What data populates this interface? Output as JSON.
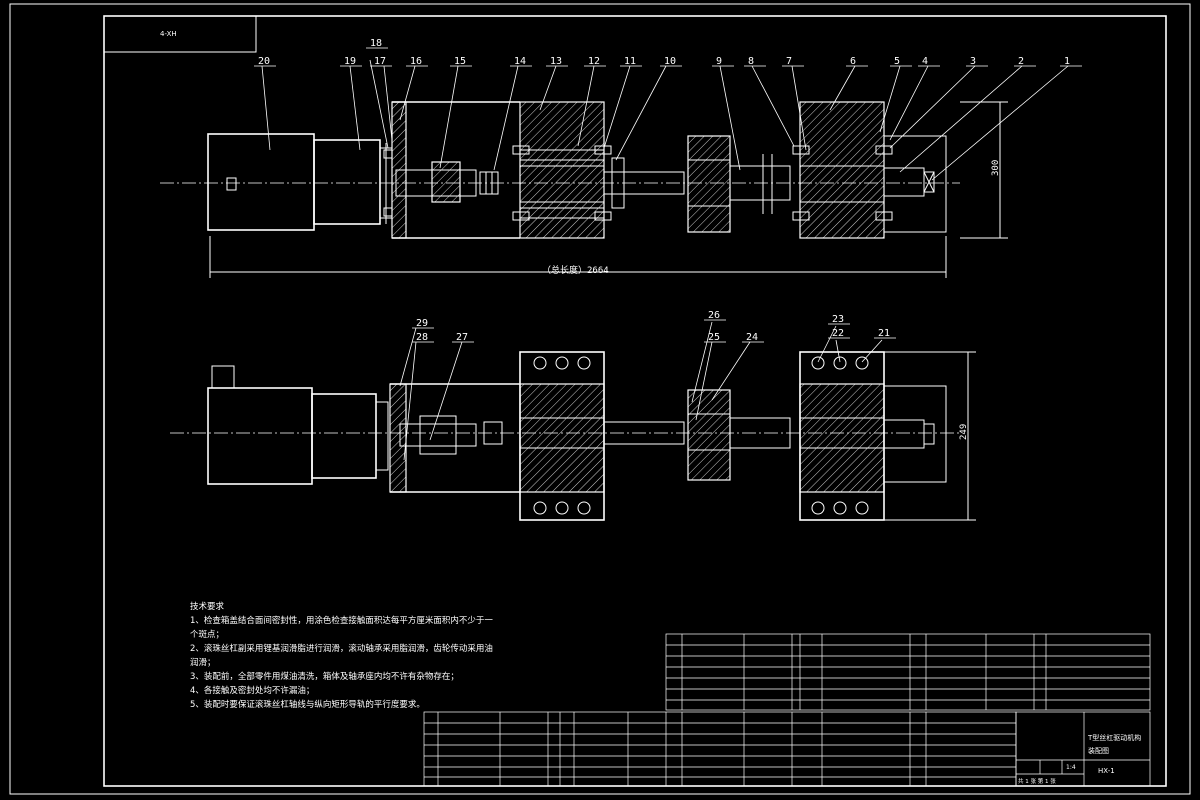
{
  "frame": {
    "code_box": "4-XH"
  },
  "top_view": {
    "labels": [
      "20",
      "19",
      "18",
      "17",
      "16",
      "15",
      "14",
      "13",
      "12",
      "11",
      "10",
      "9",
      "8",
      "7",
      "6",
      "5",
      "4",
      "3",
      "2",
      "1"
    ],
    "total_length": "（总长度）2664",
    "height_dim": "300"
  },
  "bottom_view": {
    "labels": [
      "29",
      "28",
      "27",
      "26",
      "25",
      "24",
      "23",
      "22",
      "21"
    ],
    "height_dim": "249"
  },
  "notes": {
    "heading": "技术要求",
    "lines": [
      "1、检查箱盖结合面间密封性，用涂色检查接触面积达每平方厘米面积内不少于一",
      "个斑点；",
      "2、滚珠丝杠副采用锂基润滑脂进行润滑，滚动轴承采用脂润滑，齿轮传动采用油",
      "润滑；",
      "3、装配前，全部零件用煤油清洗，箱体及轴承座内均不许有杂物存在；",
      "4、各接触及密封处均不许漏油；",
      "5、装配时要保证滚珠丝杠轴线与纵向矩形导轨的平行度要求。"
    ]
  },
  "title_block": {
    "drawing_title": "T型丝杠驱动机构",
    "drawing_subtitle": "装配图",
    "drawing_no": "HX-1",
    "sheet": "共 1 张  第 1 张",
    "scale": "1:4"
  }
}
